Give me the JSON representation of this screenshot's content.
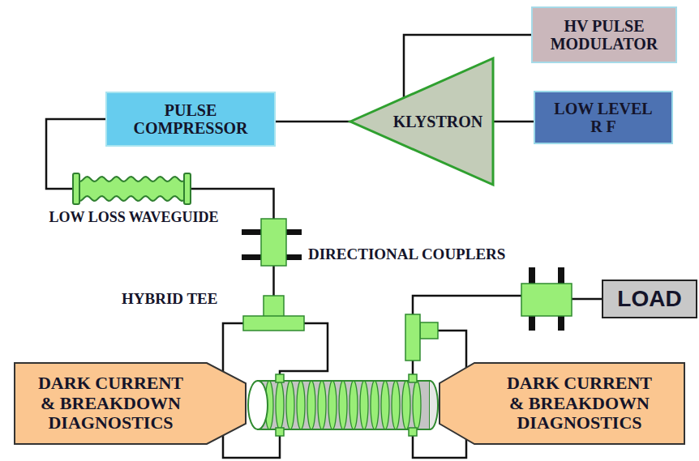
{
  "diagram": {
    "nodes": [
      {
        "text": [
          "HV PULSE MODULATOR"
        ]
      },
      {
        "text": [
          "PULSE COMPRESSOR"
        ]
      },
      {
        "text": [
          "KLYSTRON"
        ]
      },
      {
        "text": [
          "LOW LEVEL R F"
        ]
      },
      {
        "text": [
          "LOW LOSS WAVEGUIDE"
        ]
      },
      {
        "text": [
          "DIRECTIONAL COUPLERS"
        ]
      },
      {
        "text": [
          "HYBRID TEE"
        ]
      },
      {
        "text": [
          "LOAD"
        ]
      },
      {
        "text": [
          "DARK CURRENT & BREAKDOWN DIAGNOSTICS"
        ]
      },
      {
        "text": [
          "DARK CURRENT & BREAKDOWN DIAGNOSTICS"
        ]
      }
    ],
    "edges": [
      {
        "from": 2,
        "to": 0,
        "arrow": "none"
      },
      {
        "from": 2,
        "to": 1,
        "arrow": "none"
      },
      {
        "from": 2,
        "to": 3,
        "arrow": "none"
      },
      {
        "from": 1,
        "to": 4,
        "arrow": "none"
      },
      {
        "from": 4,
        "to": 5,
        "arrow": "none"
      },
      {
        "from": 5,
        "to": 6,
        "arrow": "none"
      }
    ]
  }
}
